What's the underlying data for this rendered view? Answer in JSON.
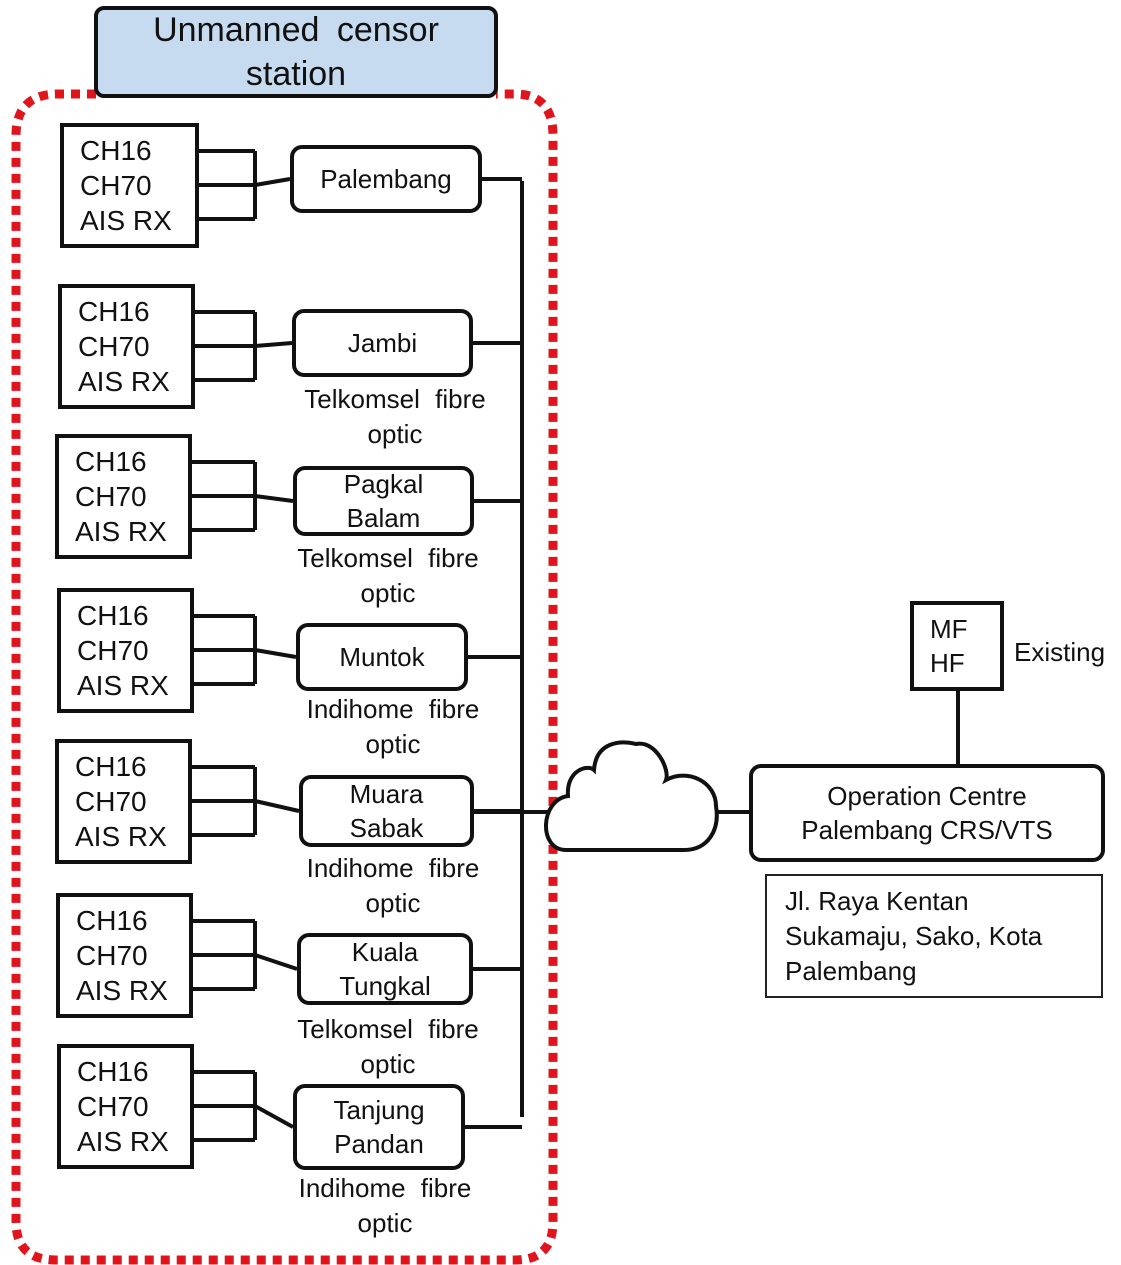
{
  "title": {
    "line1": "Unmanned censor",
    "line2": "station"
  },
  "channels": {
    "line1": "CH16",
    "line2": "CH70",
    "line3": "AIS RX"
  },
  "stations": [
    {
      "line1": "Palembang",
      "line2": "",
      "caption1": "",
      "caption2": ""
    },
    {
      "line1": "Jambi",
      "line2": "",
      "caption1": "Telkomsel fibre",
      "caption2": "optic"
    },
    {
      "line1": "Pagkal",
      "line2": "Balam",
      "caption1": "Telkomsel fibre",
      "caption2": "optic"
    },
    {
      "line1": "Muntok",
      "line2": "",
      "caption1": "Indihome fibre",
      "caption2": "optic"
    },
    {
      "line1": "Muara",
      "line2": "Sabak",
      "caption1": "Indihome fibre",
      "caption2": "optic"
    },
    {
      "line1": "Kuala",
      "line2": "Tungkal",
      "caption1": "Telkomsel fibre",
      "caption2": "optic"
    },
    {
      "line1": "Tanjung",
      "line2": "Pandan",
      "caption1": "Indihome fibre",
      "caption2": "optic"
    }
  ],
  "operation_centre": {
    "line1": "Operation Centre",
    "line2": "Palembang CRS/VTS"
  },
  "address": {
    "line1": "Jl. Raya Kentan",
    "line2": "Sukamaju, Sako, Kota",
    "line3": "Palembang"
  },
  "existing_equipment": {
    "line1": "MF",
    "line2": "HF",
    "label": "Existing"
  },
  "colors": {
    "boundary": "#e0141c",
    "title_fill": "#c6dbef",
    "line": "#111111"
  }
}
